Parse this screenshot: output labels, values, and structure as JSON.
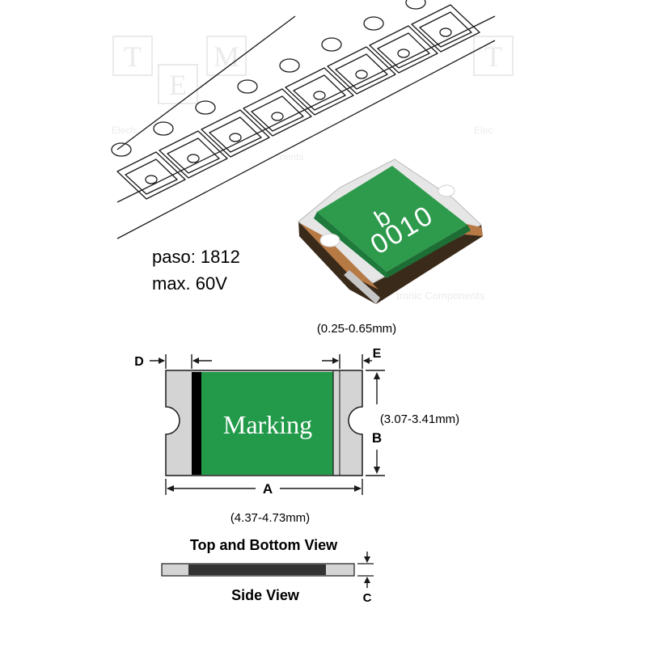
{
  "product": {
    "pitch_label": "paso: 1812",
    "voltage_label": "max. 60V",
    "chip_code_top": "b",
    "chip_code_bottom": "0010"
  },
  "watermark": {
    "letters": [
      "T",
      "M",
      "E",
      "T"
    ],
    "text_1": "Elech",
    "text_2": "nents",
    "text_3": "Elec",
    "text_4": "tronic Components"
  },
  "dimensions": {
    "marking": "Marking",
    "label_a": "A",
    "label_b": "B",
    "label_c": "C",
    "label_d": "D",
    "label_e": "E",
    "range_a": "(4.37-4.73mm)",
    "range_b": "(3.07-3.41mm)",
    "range_e": "(0.25-0.65mm)",
    "top_bottom_view": "Top and Bottom View",
    "side_view": "Side View"
  },
  "colors": {
    "chip_green": "#2e9a4c",
    "chip_dark": "#1d7a3a",
    "marking_green": "#229a4a",
    "terminal_grey": "#d4d4d4",
    "solder_copper": "#b77a45",
    "outline": "#1a1a1a"
  }
}
